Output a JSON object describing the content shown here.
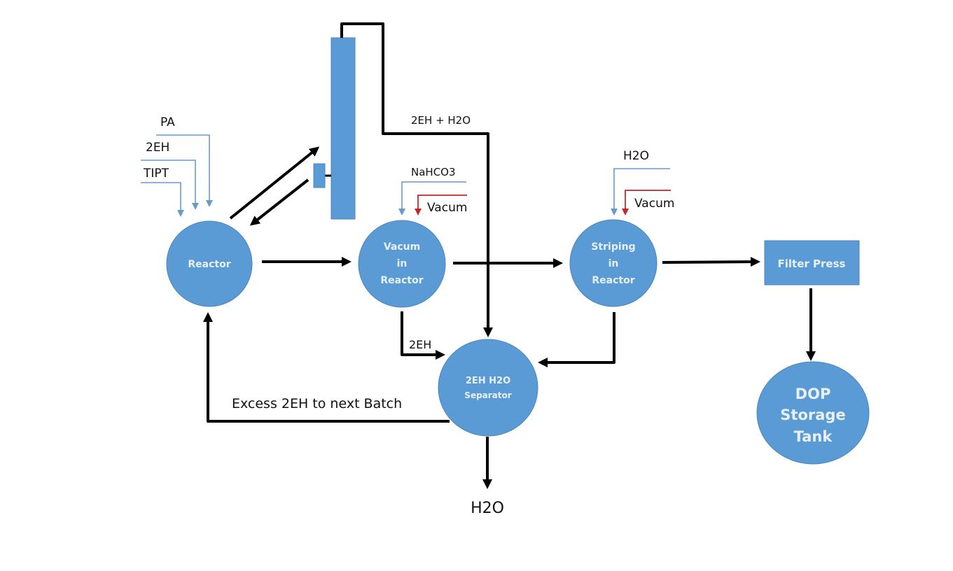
{
  "colors": {
    "node_fill": "#5b9bd5",
    "node_stroke": "#4a86bd",
    "node_text": "#e8f1fb",
    "flow_line": "#000000",
    "feed_line": "#6a9ac8",
    "vacuum_line": "#c0282b",
    "label_text": "#111111"
  },
  "nodes": {
    "reactor": {
      "label": "Reactor"
    },
    "vacuum_reactor": {
      "lines": [
        "Vacum",
        "in",
        "Reactor"
      ]
    },
    "striping_reactor": {
      "lines": [
        "Striping",
        "in",
        "Reactor"
      ]
    },
    "filter_press": {
      "label": "Filter Press"
    },
    "separator": {
      "lines": [
        "2EH  H2O",
        "Separator"
      ]
    },
    "storage_tank": {
      "lines": [
        "DOP",
        "Storage",
        "Tank"
      ]
    },
    "column": {
      "label": ""
    }
  },
  "feeds": {
    "pa": "PA",
    "eh": "2EH",
    "tipt": "TIPT",
    "nahco3": "NaHCO3",
    "vacuum_1": "Vacum",
    "h2o_in": "H2O",
    "vacuum_2": "Vacum"
  },
  "stream_labels": {
    "overhead": "2EH + H2O",
    "eh_to_separator": "2EH",
    "recycle": "Excess 2EH to next Batch",
    "water_out": "H2O"
  }
}
